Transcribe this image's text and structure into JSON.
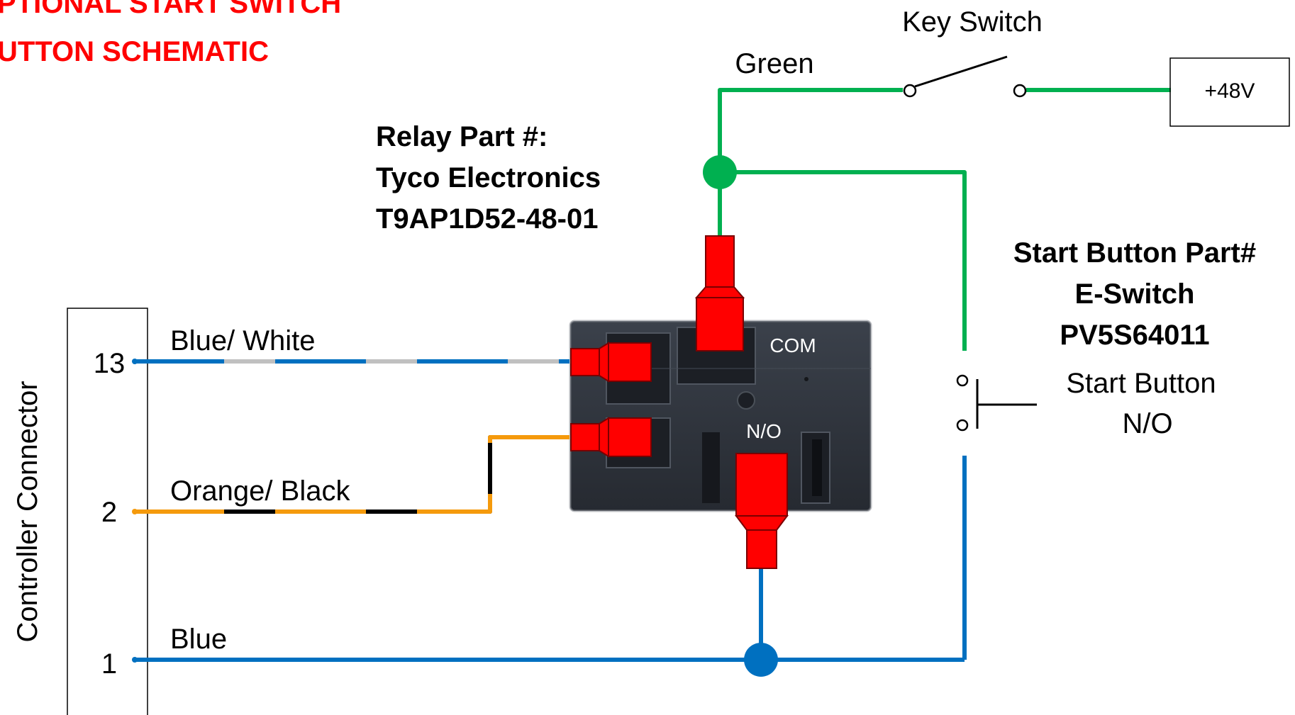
{
  "title": {
    "line1": "PTIONAL START SWITCH",
    "line2": "UTTON SCHEMATIC"
  },
  "key_switch": {
    "label": "Key Switch",
    "supply": "+48V"
  },
  "wires": {
    "green": "Green",
    "blue_white": "Blue/ White",
    "orange_black": "Orange/ Black",
    "blue": "Blue"
  },
  "relay": {
    "line1": "Relay Part #:",
    "line2": "Tyco Electronics",
    "line3": "T9AP1D52-48-01",
    "com": "COM",
    "no": "N/O"
  },
  "start_button": {
    "part_line1": "Start Button Part#",
    "part_line2": "E-Switch",
    "part_line3": "PV5S64011",
    "label_line1": "Start Button",
    "label_line2": "N/O"
  },
  "connector": {
    "label": "Controller Connector",
    "pins": [
      "13",
      "2",
      "1"
    ]
  },
  "colors": {
    "title": "#ff0000",
    "green_wire": "#00b050",
    "blue_wire": "#0070c0",
    "white_stripe": "#c0c0c0",
    "orange_wire": "#f59a0c",
    "black_stripe": "#000000",
    "terminal": "#ff0000",
    "relay_body": "#2e333c"
  }
}
